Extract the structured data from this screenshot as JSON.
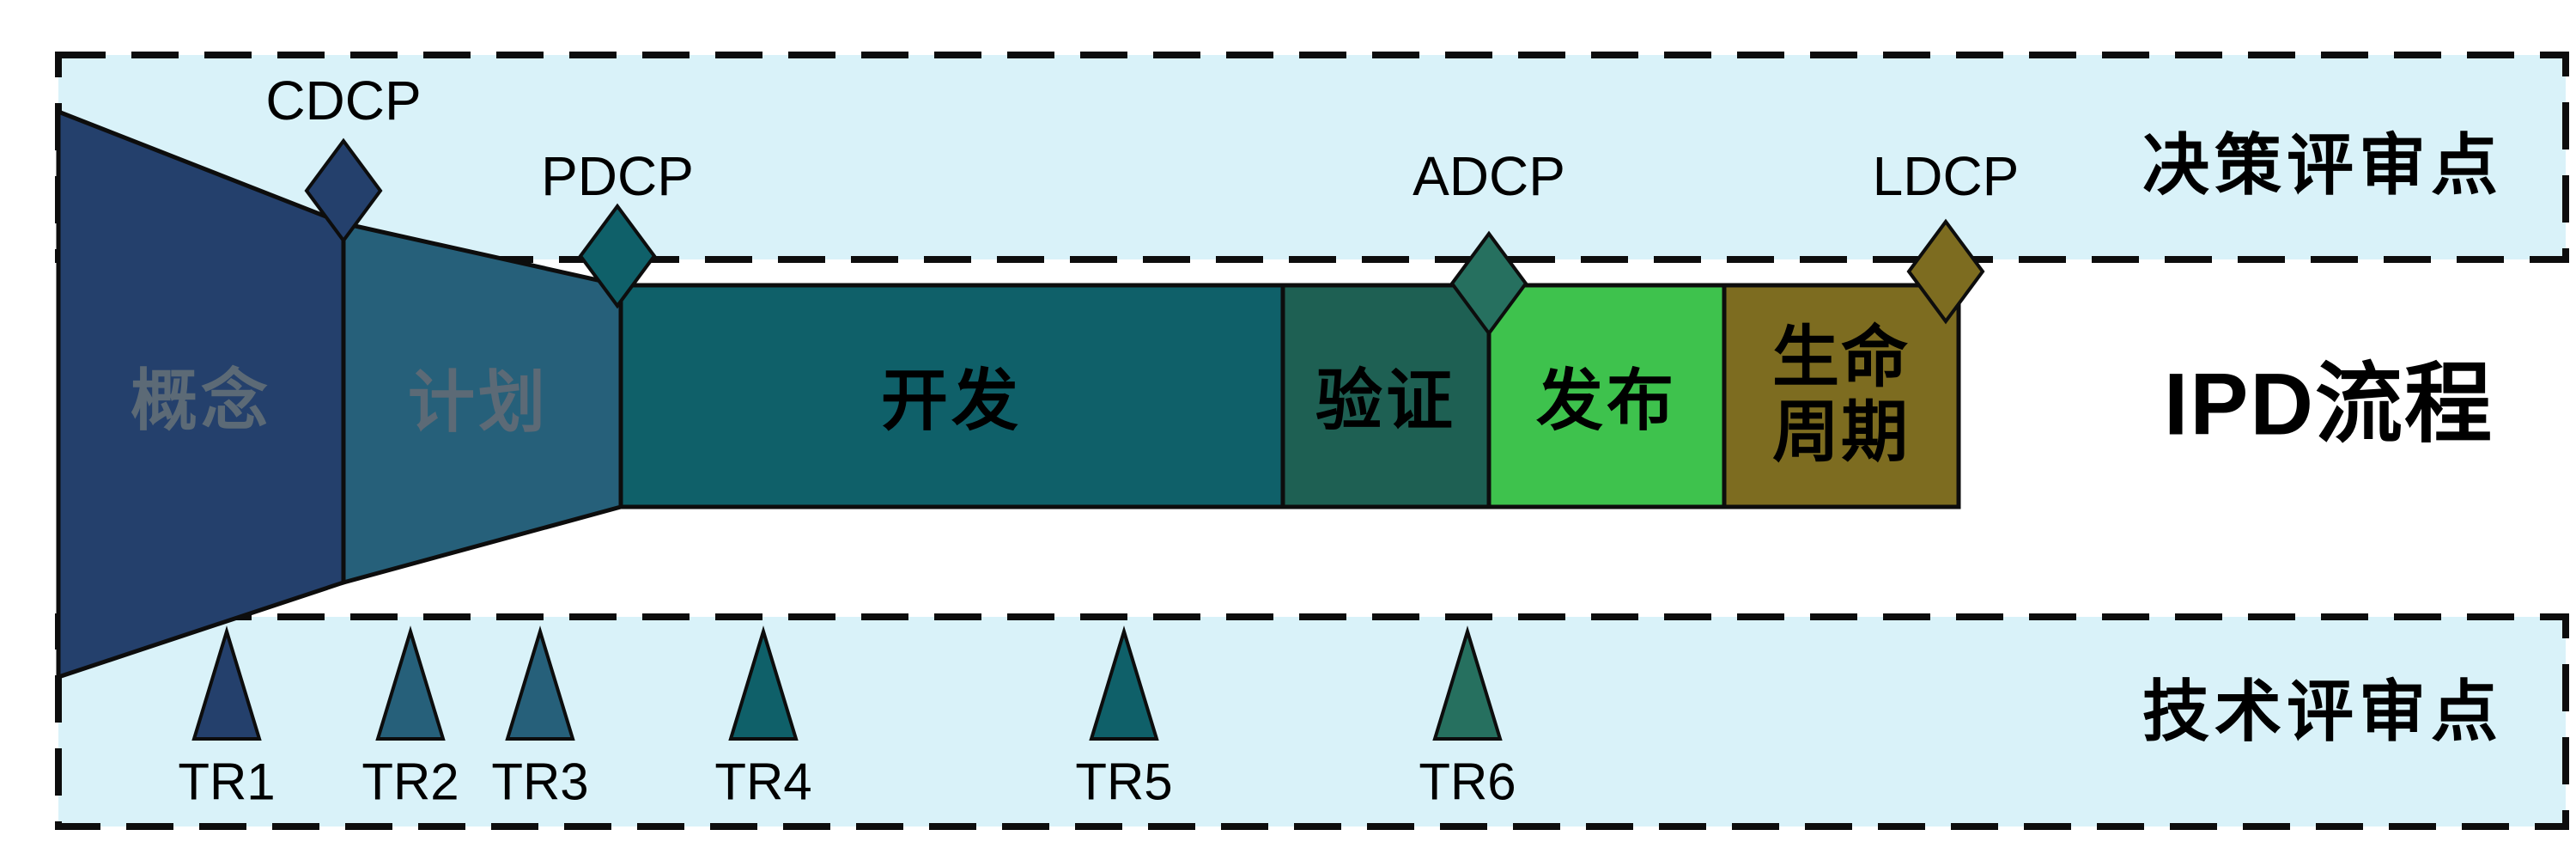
{
  "colors": {
    "canvas_bg": "#ffffff",
    "band_bg": "#d9f2f9",
    "outline": "#0d0d0d",
    "muted_text": "#5c6a76",
    "text": "#000000"
  },
  "lanes": {
    "decision": {
      "label": "决策评审点"
    },
    "process": {
      "label": "IPD流程"
    },
    "technical": {
      "label": "技术评审点"
    }
  },
  "decision_points": [
    {
      "label": "CDCP",
      "color": "#24406c"
    },
    {
      "label": "PDCP",
      "color": "#0f6069"
    },
    {
      "label": "ADCP",
      "color": "#26705f"
    },
    {
      "label": "LDCP",
      "color": "#7d6c20"
    }
  ],
  "phases": [
    {
      "label": "概念",
      "color": "#24406c"
    },
    {
      "label": "计划",
      "color": "#26607a"
    },
    {
      "label": "开发",
      "color": "#0f6069"
    },
    {
      "label": "验证",
      "color": "#1e6053"
    },
    {
      "label": "发布",
      "color": "#3ec24d"
    },
    {
      "label": "生命周期",
      "color": "#7d6c20"
    }
  ],
  "tech_review_points": [
    {
      "label": "TR1",
      "color": "#24406c"
    },
    {
      "label": "TR2",
      "color": "#26607a"
    },
    {
      "label": "TR3",
      "color": "#26607a"
    },
    {
      "label": "TR4",
      "color": "#0f6069"
    },
    {
      "label": "TR5",
      "color": "#0f6069"
    },
    {
      "label": "TR6",
      "color": "#26705f"
    }
  ]
}
